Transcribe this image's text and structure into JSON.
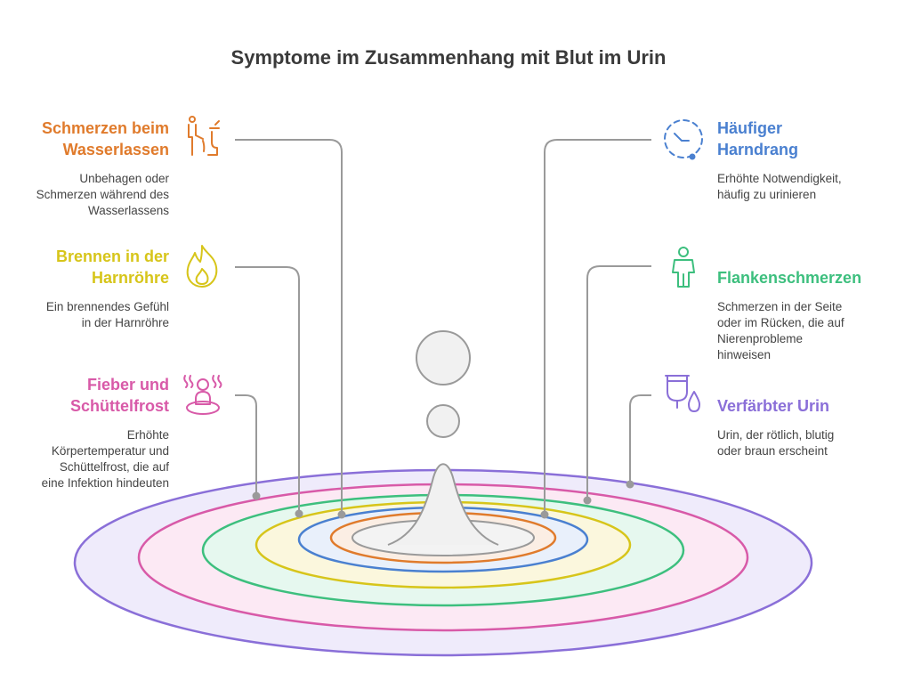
{
  "title": "Symptome im Zusammenhang mit Blut im Urin",
  "colors": {
    "orange": "#E07B2C",
    "yellow": "#D7C51A",
    "pink": "#D85AA8",
    "blue": "#4A80D0",
    "green": "#3DBF7E",
    "purple": "#8A6FD8",
    "connector": "#9a9a9a",
    "drop": "#f1f1f1"
  },
  "symptoms": [
    {
      "title_lines": [
        "Schmerzen beim",
        "Wasserlassen"
      ],
      "desc_lines": [
        "Unbehagen oder",
        "Schmerzen während des",
        "Wasserlassens"
      ],
      "icon": "urination-icon",
      "color_key": "orange"
    },
    {
      "title_lines": [
        "Brennen in der",
        "Harnröhre"
      ],
      "desc_lines": [
        "Ein brennendes Gefühl",
        "in der Harnröhre"
      ],
      "icon": "flame-icon",
      "color_key": "yellow"
    },
    {
      "title_lines": [
        "Fieber und",
        "Schüttelfrost"
      ],
      "desc_lines": [
        "Erhöhte",
        "Körpertemperatur und",
        "Schüttelfrost, die auf",
        "eine Infektion hindeuten"
      ],
      "icon": "fever-icon",
      "color_key": "pink"
    },
    {
      "title_lines": [
        "Häufiger",
        "Harndrang"
      ],
      "desc_lines": [
        "Erhöhte Notwendigkeit,",
        "häufig zu urinieren"
      ],
      "icon": "clock-icon",
      "color_key": "blue"
    },
    {
      "title_lines": [
        "Flankenschmerzen"
      ],
      "desc_lines": [
        "Schmerzen in der Seite",
        "oder im Rücken, die auf",
        "Nierenprobleme",
        "hinweisen"
      ],
      "icon": "person-icon",
      "color_key": "green"
    },
    {
      "title_lines": [
        "Verfärbter Urin"
      ],
      "desc_lines": [
        "Urin, der rötlich, blutig",
        "oder braun erscheint"
      ],
      "icon": "urine-cup-drop-icon",
      "color_key": "purple"
    }
  ]
}
